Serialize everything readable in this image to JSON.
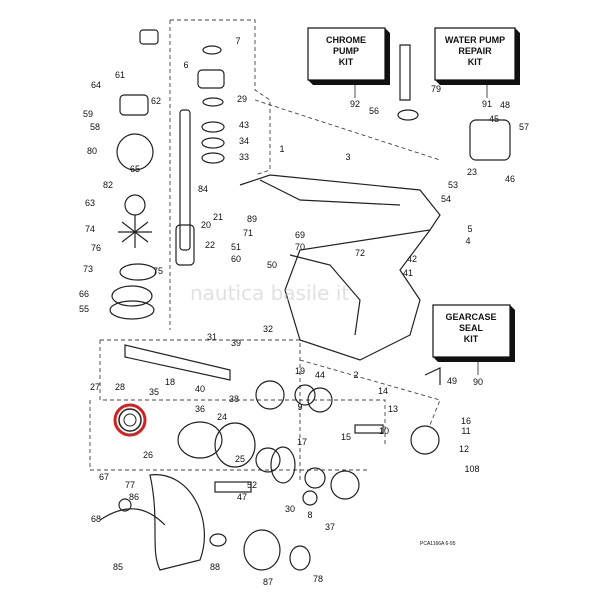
{
  "kits": {
    "chrome_pump": {
      "line1": "CHROME",
      "line2": "PUMP",
      "line3": "KIT",
      "number": "92"
    },
    "water_pump": {
      "line1": "WATER PUMP",
      "line2": "REPAIR",
      "line3": "KIT",
      "number": "91"
    },
    "gearcase_seal": {
      "line1": "GEARCASE",
      "line2": "SEAL",
      "line3": "KIT",
      "number": "90"
    }
  },
  "callouts": [
    "7",
    "6",
    "29",
    "43",
    "34",
    "33",
    "61",
    "64",
    "62",
    "59",
    "58",
    "80",
    "65",
    "82",
    "63",
    "84",
    "74",
    "76",
    "73",
    "66",
    "55",
    "20",
    "21",
    "22",
    "1",
    "3",
    "79",
    "56",
    "48",
    "45",
    "57",
    "23",
    "46",
    "53",
    "54",
    "5",
    "4",
    "89",
    "71",
    "69",
    "70",
    "51",
    "60",
    "50",
    "72",
    "75",
    "42",
    "41",
    "32",
    "31",
    "39",
    "18",
    "40",
    "44",
    "19",
    "27",
    "28",
    "35",
    "36",
    "24",
    "38",
    "26",
    "25",
    "17",
    "14",
    "13",
    "15",
    "10",
    "16",
    "11",
    "12",
    "108",
    "49",
    "67",
    "77",
    "86",
    "68",
    "47",
    "52",
    "30",
    "8",
    "37",
    "85",
    "88",
    "87",
    "78",
    "9",
    "2"
  ],
  "watermark": "nautica basile it",
  "figure_id": "PCA1166A  6-95",
  "highlight_color": "#d62020"
}
